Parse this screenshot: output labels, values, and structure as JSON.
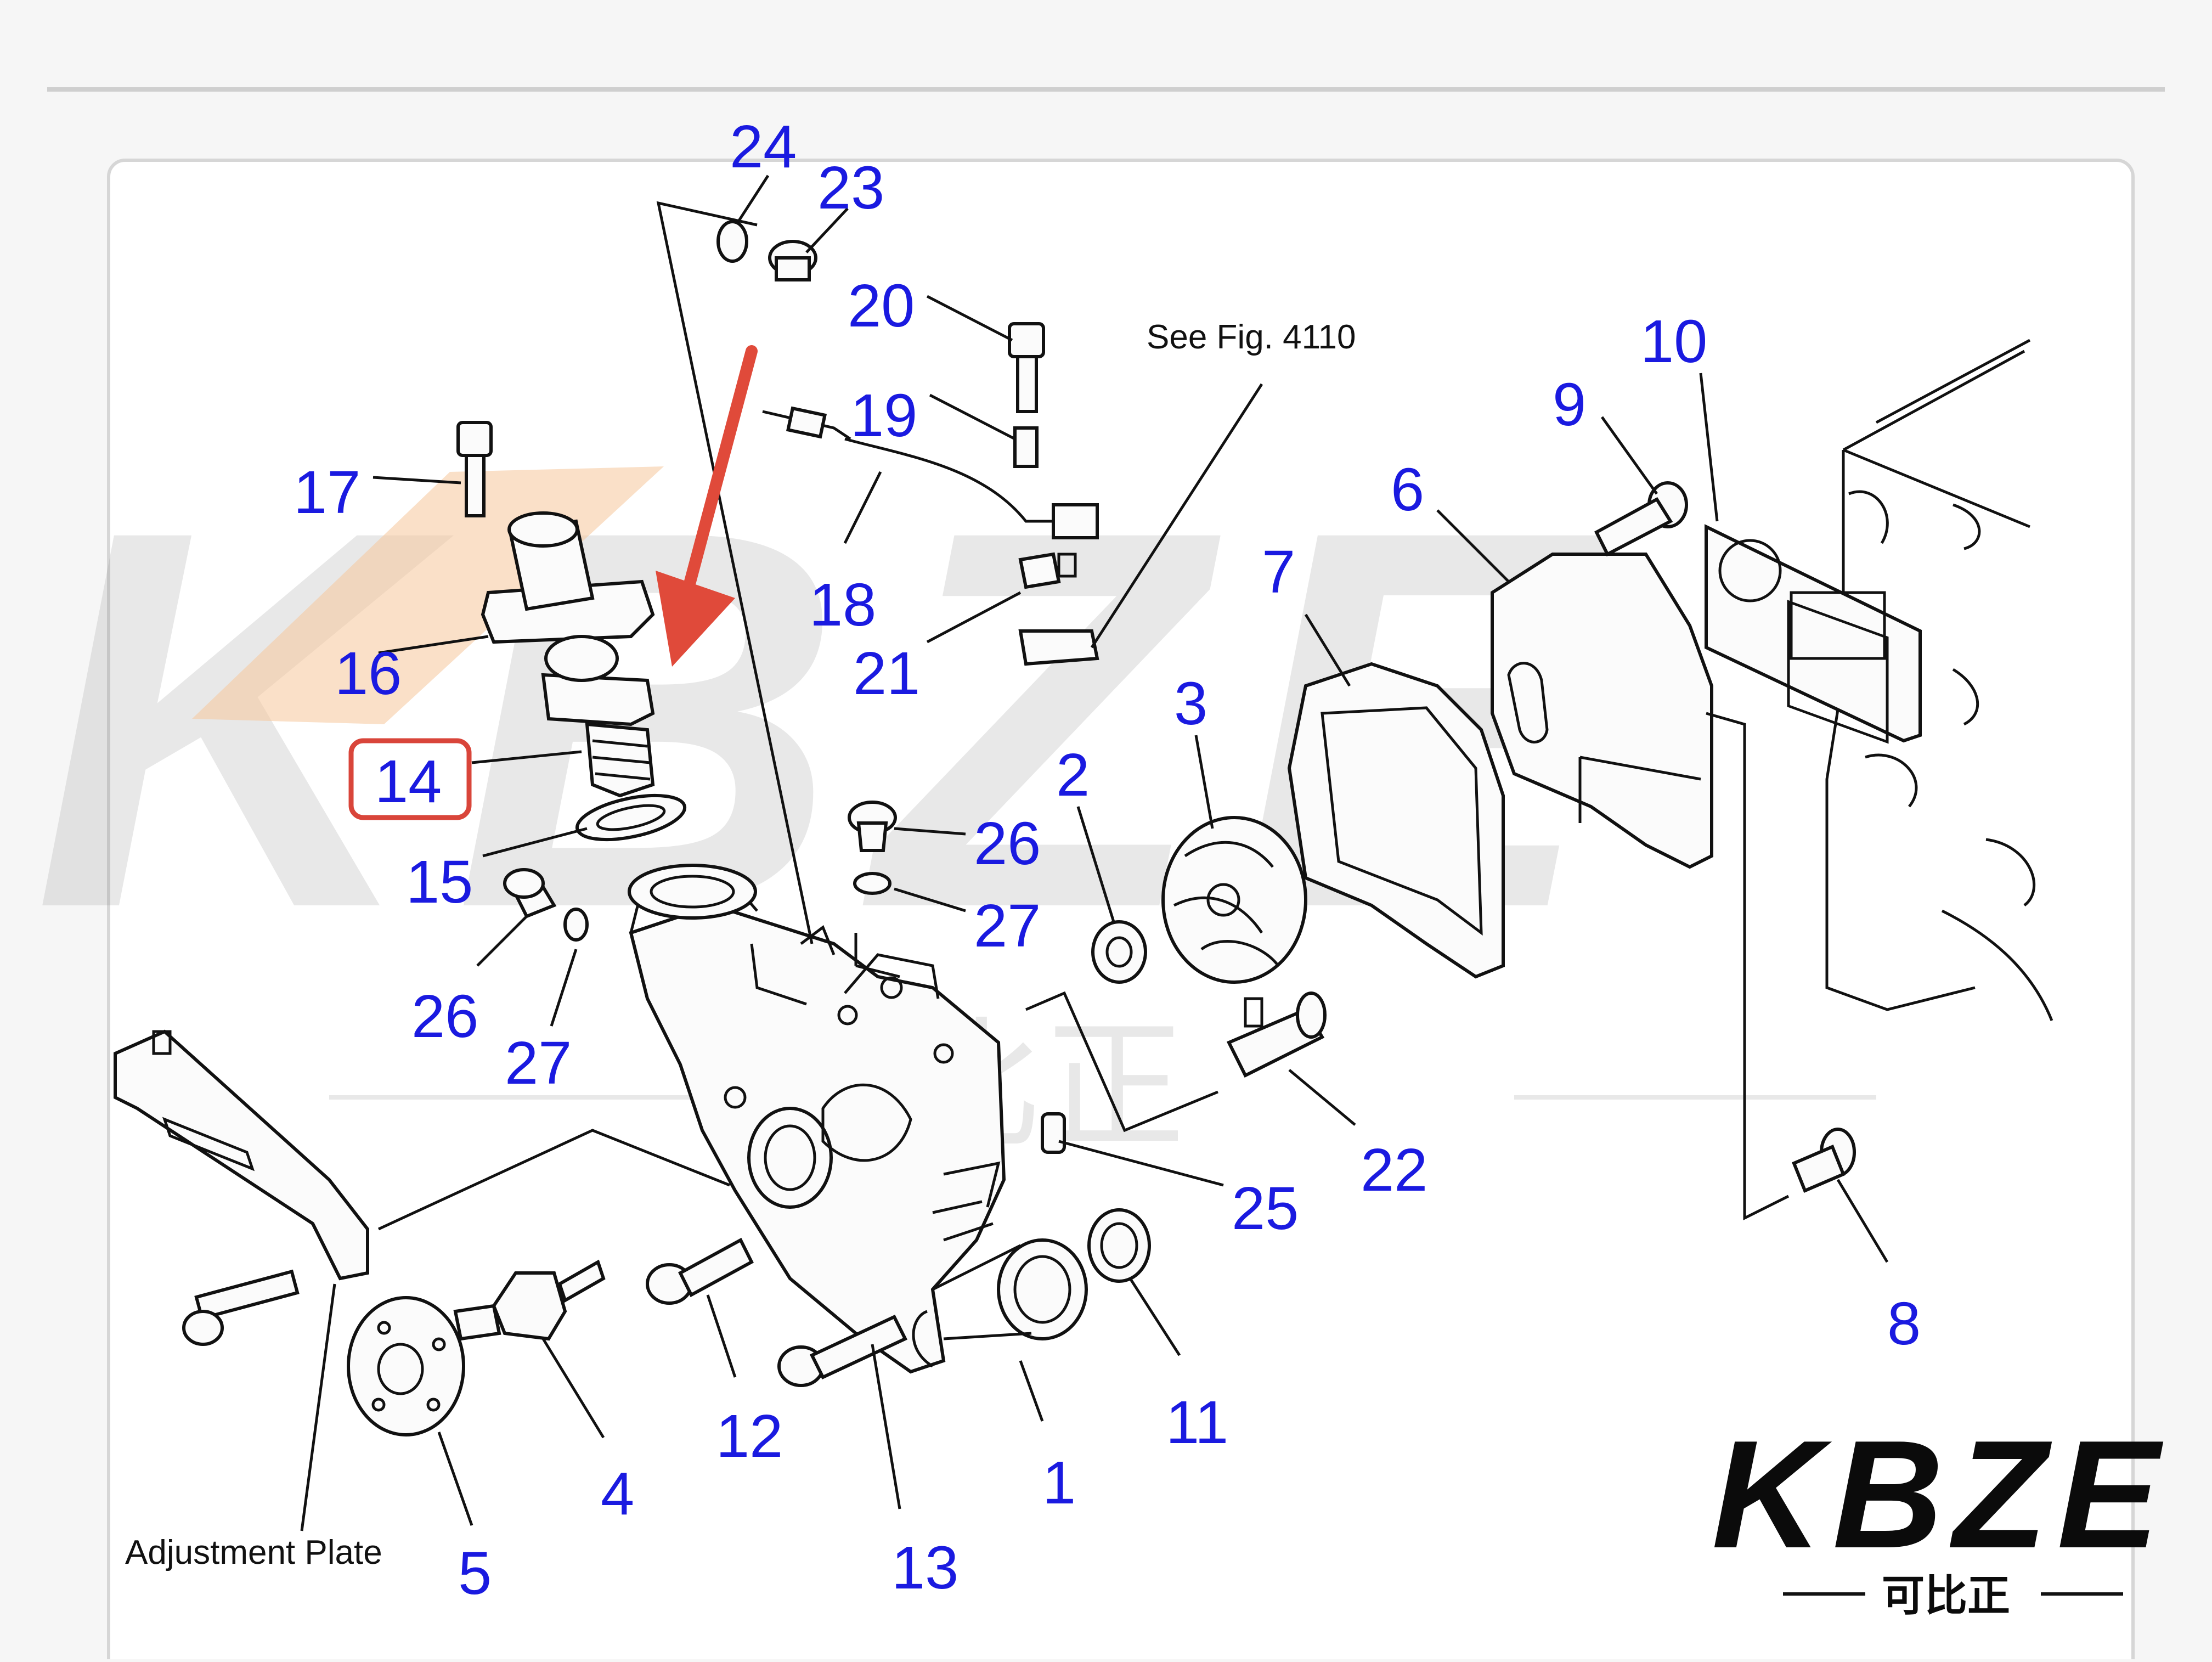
{
  "diagram": {
    "part_numbers": [
      "24",
      "23",
      "20",
      "19",
      "18",
      "21",
      "17",
      "16",
      "14",
      "15",
      "26",
      "27",
      "26",
      "27",
      "10",
      "9",
      "6",
      "7",
      "3",
      "2",
      "22",
      "25",
      "8",
      "11",
      "1",
      "12",
      "13",
      "4",
      "5"
    ],
    "notes": {
      "see_fig": "See Fig. 4110",
      "adjustment_plate": "Adjustment Plate"
    },
    "highlighted_part": "14",
    "colors": {
      "label": "#1a1ae0",
      "highlight_box": "#d9453a",
      "arrow": "#e04a3a",
      "line": "#111111"
    }
  },
  "watermark": {
    "brand": "KBZE",
    "chinese": "可比正"
  },
  "logo": {
    "brand": "KBZE",
    "chinese": "可比正"
  }
}
